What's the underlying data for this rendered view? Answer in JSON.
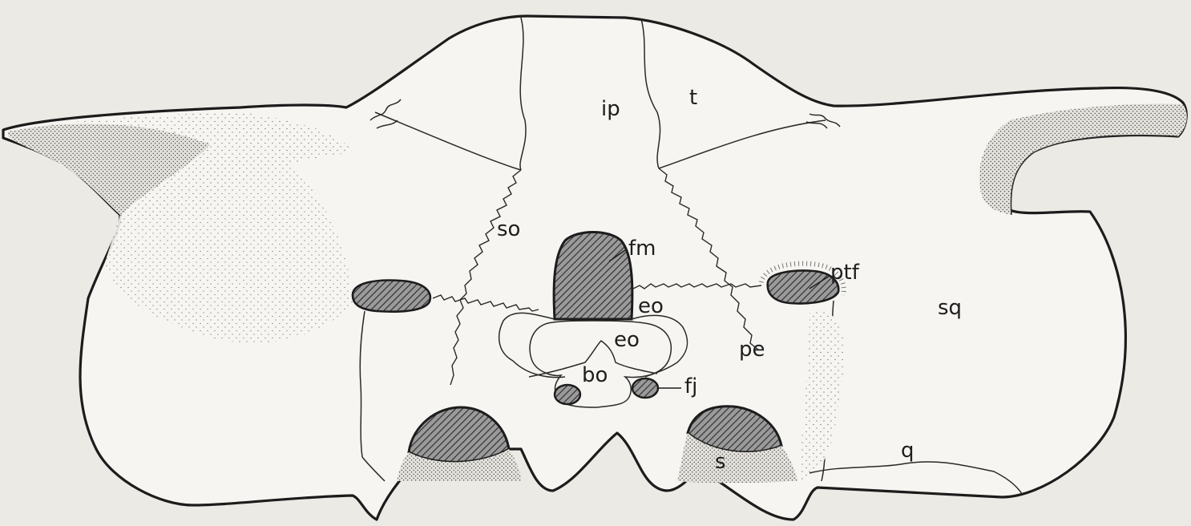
{
  "figure": {
    "labels": {
      "ip": "ip",
      "t": "t",
      "so": "so",
      "fm": "fm",
      "ptf": "ptf",
      "sq": "sq",
      "eo_upper": "eo",
      "eo_lower": "eo",
      "pe": "pe",
      "bo": "bo",
      "fj": "fj",
      "s": "s",
      "q": "q"
    },
    "colors": {
      "background": "#eceae5",
      "bone": "#f6f5f1",
      "ink": "#1c1c1c",
      "hatch_fill": "#8e8e8e"
    }
  }
}
